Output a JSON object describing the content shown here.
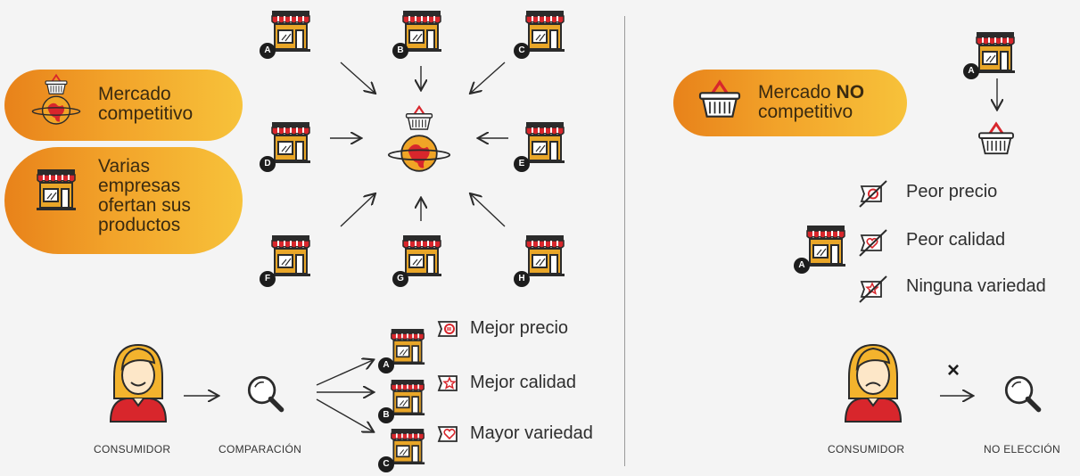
{
  "left": {
    "pill_market": {
      "line1": "Mercado",
      "line2": "competitivo"
    },
    "pill_firms": {
      "line1": "Varias",
      "line2": "empresas",
      "line3": "ofertan sus",
      "line4": "productos"
    },
    "store_letters": [
      "A",
      "B",
      "C",
      "D",
      "E",
      "F",
      "G",
      "H"
    ],
    "consumer_label": "CONSUMIDOR",
    "comparison_label": "COMPARACIÓN",
    "choice_letters": [
      "A",
      "B",
      "C"
    ],
    "benefits": [
      "Mejor precio",
      "Mejor calidad",
      "Mayor variedad"
    ]
  },
  "right": {
    "pill_market": {
      "line1": "Mercado ",
      "bold": "NO",
      "line2": "competitivo"
    },
    "store_letter": "A",
    "store_letter_2": "A",
    "drawbacks": [
      "Peor precio",
      "Peor calidad",
      "Ninguna variedad"
    ],
    "consumer_label": "CONSUMIDOR",
    "no_choice_mark": "×",
    "no_choice_label": "NO ELECCIÓN"
  },
  "colors": {
    "accent_red": "#d8262c",
    "pill_orange": "#e8821a",
    "pill_yellow": "#f7c23a",
    "store_wood": "#e9a628",
    "dark": "#1d1d1d"
  },
  "icons": [
    "store-icon",
    "shopping-basket-icon",
    "globe-icon",
    "consumer-icon",
    "magnifier-icon",
    "euro-tag-icon",
    "star-tag-icon",
    "heart-tag-icon",
    "cross-mark-icon",
    "arrow-icon"
  ]
}
